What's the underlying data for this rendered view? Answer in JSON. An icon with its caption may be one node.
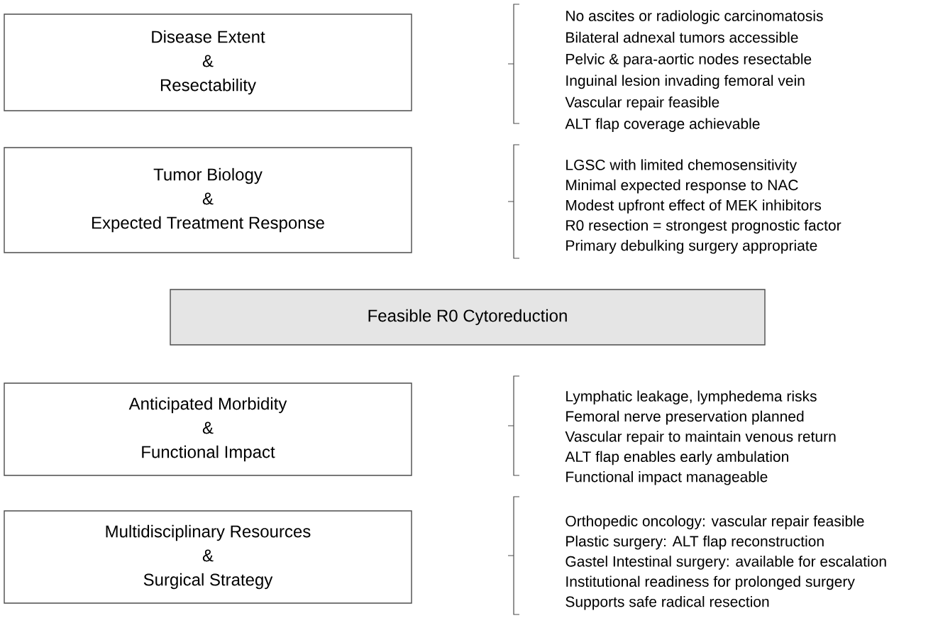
{
  "diagram": {
    "nodes": [
      {
        "text": [
          "Disease Extent",
          "&",
          "Resectability"
        ],
        "beside": [
          "No ascites or radiologic  carcinomatosis",
          "Bilateral adnexal tumors accessible",
          "Pelvic & para-aortic nodes resectable",
          "Inguinal lesion invading femoral vein",
          "Vascular repair feasible",
          "ALT flap coverage achievable"
        ]
      },
      {
        "text": [
          "Tumor Biology",
          "&",
          "Expected Treatment Response"
        ],
        "beside": [
          "LGSC with limited chemosensitivity",
          "Minimal expected response to NAC",
          "Modest upfront effect of MEK inhibitors",
          "R0 resection = strongest prognostic factor",
          "Primary debulking surgery appropriate"
        ]
      },
      {
        "text": [
          "Feasible R0 Cytoreduction"
        ]
      },
      {
        "text": [
          "Anticipated Morbidity",
          "&",
          "Functional Impact"
        ],
        "beside": [
          "Lymphatic leakage, lymphedema risks",
          "Femoral nerve preservation planned",
          "Vascular repair to maintain venous return",
          "ALT flap enables early ambulation",
          "Functional impact manageable"
        ]
      },
      {
        "text": [
          "Multidisciplinary Resources",
          "&",
          "Surgical Strategy"
        ],
        "beside": [
          "Orthopedic oncology: vascular repair feasible",
          "Plastic surgery: ALT flap reconstruction",
          "Gastel Intestinal surgery: available for escalation",
          "Institutional readiness for prolonged surgery",
          "Supports safe radical resection"
        ]
      }
    ]
  }
}
